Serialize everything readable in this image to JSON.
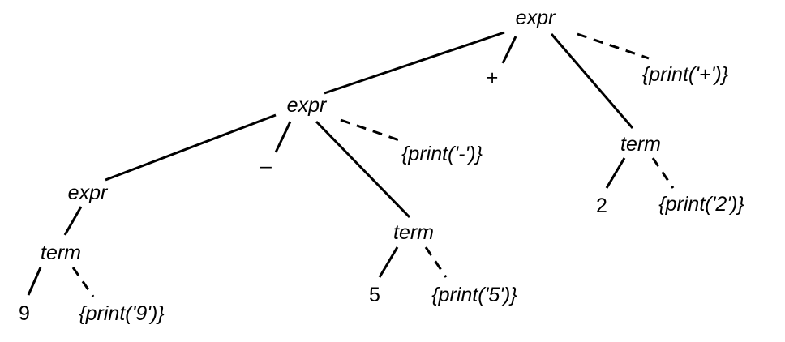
{
  "nodes": {
    "expr_root": {
      "label": "expr",
      "italic": true
    },
    "plus": {
      "label": "+",
      "italic": false
    },
    "print_plus": {
      "label": "{print('+')}",
      "italic": true
    },
    "expr_mid": {
      "label": "expr",
      "italic": true
    },
    "minus": {
      "label": "–",
      "italic": false
    },
    "print_minus": {
      "label": "{print('-')}",
      "italic": true
    },
    "term_right": {
      "label": "term",
      "italic": true
    },
    "two": {
      "label": "2",
      "italic": false
    },
    "print_2": {
      "label": "{print('2')}",
      "italic": true
    },
    "expr_left": {
      "label": "expr",
      "italic": true
    },
    "term_mid": {
      "label": "term",
      "italic": true
    },
    "five": {
      "label": "5",
      "italic": false
    },
    "print_5": {
      "label": "{print('5')}",
      "italic": true
    },
    "term_left": {
      "label": "term",
      "italic": true
    },
    "nine": {
      "label": "9",
      "italic": false
    },
    "print_9": {
      "label": "{print('9')}",
      "italic": true
    }
  },
  "edges": [
    {
      "from": "expr_root",
      "to": "expr_mid",
      "style": "solid"
    },
    {
      "from": "expr_root",
      "to": "plus",
      "style": "solid"
    },
    {
      "from": "expr_root",
      "to": "term_right",
      "style": "solid"
    },
    {
      "from": "expr_root",
      "to": "print_plus",
      "style": "dashed"
    },
    {
      "from": "expr_mid",
      "to": "expr_left",
      "style": "solid"
    },
    {
      "from": "expr_mid",
      "to": "minus",
      "style": "solid"
    },
    {
      "from": "expr_mid",
      "to": "term_mid",
      "style": "solid"
    },
    {
      "from": "expr_mid",
      "to": "print_minus",
      "style": "dashed"
    },
    {
      "from": "term_right",
      "to": "two",
      "style": "solid"
    },
    {
      "from": "term_right",
      "to": "print_2",
      "style": "dashed"
    },
    {
      "from": "expr_left",
      "to": "term_left",
      "style": "solid"
    },
    {
      "from": "term_mid",
      "to": "five",
      "style": "solid"
    },
    {
      "from": "term_mid",
      "to": "print_5",
      "style": "dashed"
    },
    {
      "from": "term_left",
      "to": "nine",
      "style": "solid"
    },
    {
      "from": "term_left",
      "to": "print_9",
      "style": "dashed"
    }
  ]
}
